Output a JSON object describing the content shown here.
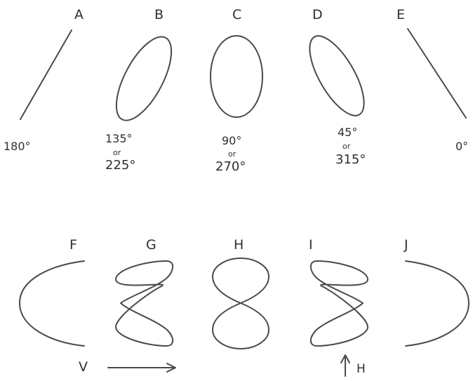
{
  "top_row": [
    {
      "letter": "A",
      "angle": "180°"
    },
    {
      "letter": "B",
      "angle_line1": "135°",
      "or": "or",
      "angle_line2": "225°"
    },
    {
      "letter": "C",
      "angle_line1": "90°",
      "or": "or",
      "angle_line2": "270°"
    },
    {
      "letter": "D",
      "angle_line1": "45°",
      "or": "or",
      "angle_line2": "315°"
    },
    {
      "letter": "E",
      "angle": "0°"
    }
  ],
  "bottom_row": [
    {
      "letter": "F"
    },
    {
      "letter": "G"
    },
    {
      "letter": "H"
    },
    {
      "letter": "I"
    },
    {
      "letter": "J"
    }
  ],
  "axes": {
    "vertical_label": "V",
    "horizontal_label": "H"
  }
}
